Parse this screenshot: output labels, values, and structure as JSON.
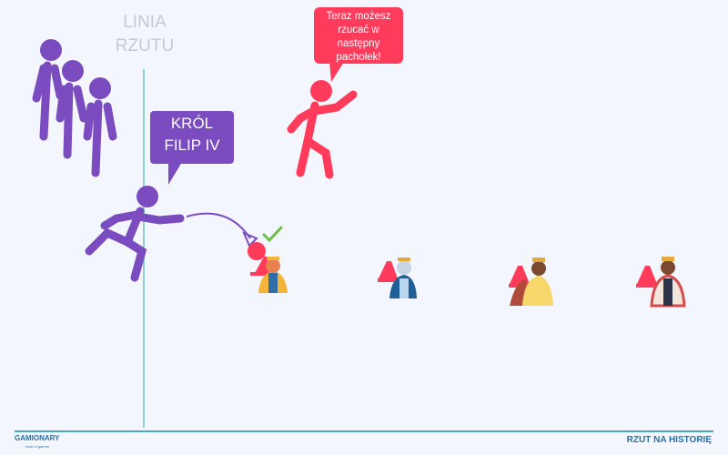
{
  "throw_line_label": [
    "LINIA",
    "RZUTU"
  ],
  "player_bubble": [
    "KRÓL",
    "FILIP IV"
  ],
  "instruction_bubble": [
    "Teraz możesz",
    "rzucać w",
    "następny",
    "pachołek!"
  ],
  "footer": {
    "logo": "GAMIONARY",
    "logo_tagline": "book of games",
    "title": "RZUT NA HISTORIĘ"
  },
  "colors": {
    "purple": "#7b4cc0",
    "red": "#ff3b5c",
    "line": "#8ecfd0",
    "check": "#6cc04a",
    "footer": "#2a6fa6"
  }
}
